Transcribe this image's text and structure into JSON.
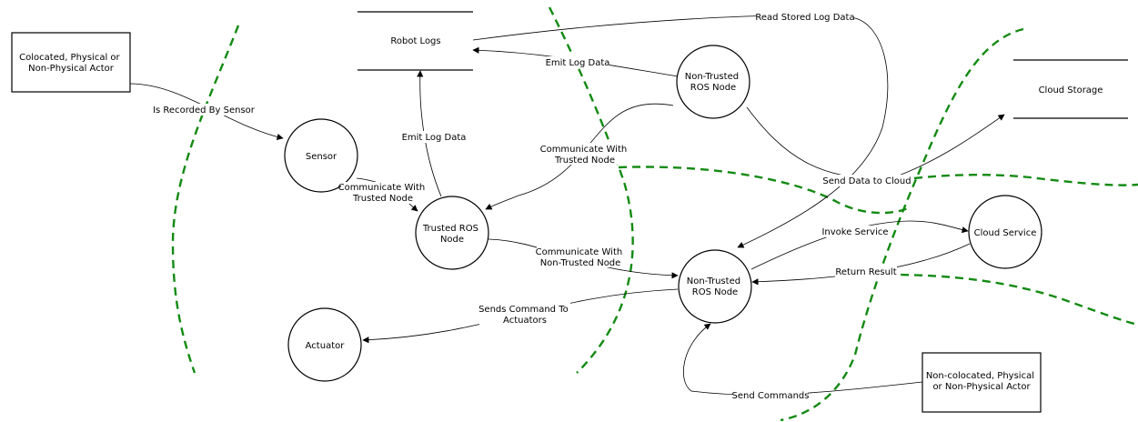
{
  "diagram": {
    "actors": {
      "colocated": [
        "Colocated, Physical or",
        "Non-Physical Actor"
      ],
      "noncolocated": [
        "Non-colocated, Physical",
        "or Non-Physical Actor"
      ]
    },
    "stores": {
      "robot_logs": "Robot Logs",
      "cloud_storage": "Cloud Storage"
    },
    "processes": {
      "sensor": [
        "Sensor"
      ],
      "trusted_ros_node": [
        "Trusted ROS",
        "Node"
      ],
      "nontrusted_top": [
        "Non-Trusted",
        "ROS Node"
      ],
      "nontrusted_mid": [
        "Non-Trusted",
        "ROS Node"
      ],
      "actuator": [
        "Actuator"
      ],
      "cloud_service": [
        "Cloud Service"
      ]
    },
    "flows": {
      "is_recorded_by_sensor": [
        "Is Recorded By Sensor"
      ],
      "sensor_to_trusted": [
        "Communicate With",
        "Trusted Node"
      ],
      "trusted_emit_log": [
        "Emit Log Data"
      ],
      "nontrusted_emit_log": [
        "Emit Log Data"
      ],
      "read_stored_log": [
        "Read Stored Log Data"
      ],
      "nontrusted_to_trusted": [
        "Communicate With",
        "Trusted Node"
      ],
      "trusted_to_nontrusted": [
        "Communicate With",
        "Non-Trusted Node"
      ],
      "sends_command": [
        "Sends Command To",
        "Actuators"
      ],
      "send_data_to_cloud": [
        "Send Data to Cloud"
      ],
      "invoke_service": [
        "Invoke Service"
      ],
      "return_result": [
        "Return Result"
      ],
      "send_commands": [
        "Send Commands"
      ]
    },
    "boundary_color": "#138a13"
  }
}
